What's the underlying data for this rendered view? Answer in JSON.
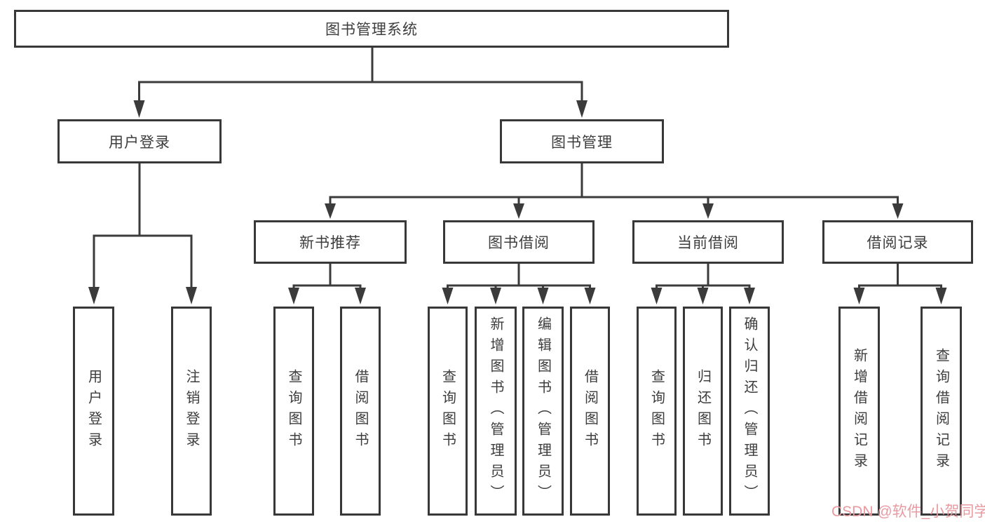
{
  "colors": {
    "background": "#FFFFFF",
    "line": "#3B3B3B",
    "box_border": "#383838",
    "text": "#3D3D3D",
    "watermark": "#E89AA0"
  },
  "watermark": {
    "text": "CSDN @软件_小贺同学"
  },
  "tree": {
    "root": {
      "label": "图书管理系统",
      "children": [
        {
          "label": "用户登录",
          "children": [
            {
              "label": "用户登录"
            },
            {
              "label": "注销登录"
            }
          ]
        },
        {
          "label": "图书管理",
          "children": [
            {
              "label": "新书推荐",
              "children": [
                {
                  "label": "查询图书"
                },
                {
                  "label": "借阅图书"
                }
              ]
            },
            {
              "label": "图书借阅",
              "children": [
                {
                  "label": "查询图书"
                },
                {
                  "label": "新增图书（管理员）"
                },
                {
                  "label": "编辑图书（管理员）"
                },
                {
                  "label": "借阅图书"
                }
              ]
            },
            {
              "label": "当前借阅",
              "children": [
                {
                  "label": "查询图书"
                },
                {
                  "label": "归还图书"
                },
                {
                  "label": "确认归还（管理员）"
                }
              ]
            },
            {
              "label": "借阅记录",
              "children": [
                {
                  "label": "新增借阅记录"
                },
                {
                  "label": "查询借阅记录"
                }
              ]
            }
          ]
        }
      ]
    }
  }
}
